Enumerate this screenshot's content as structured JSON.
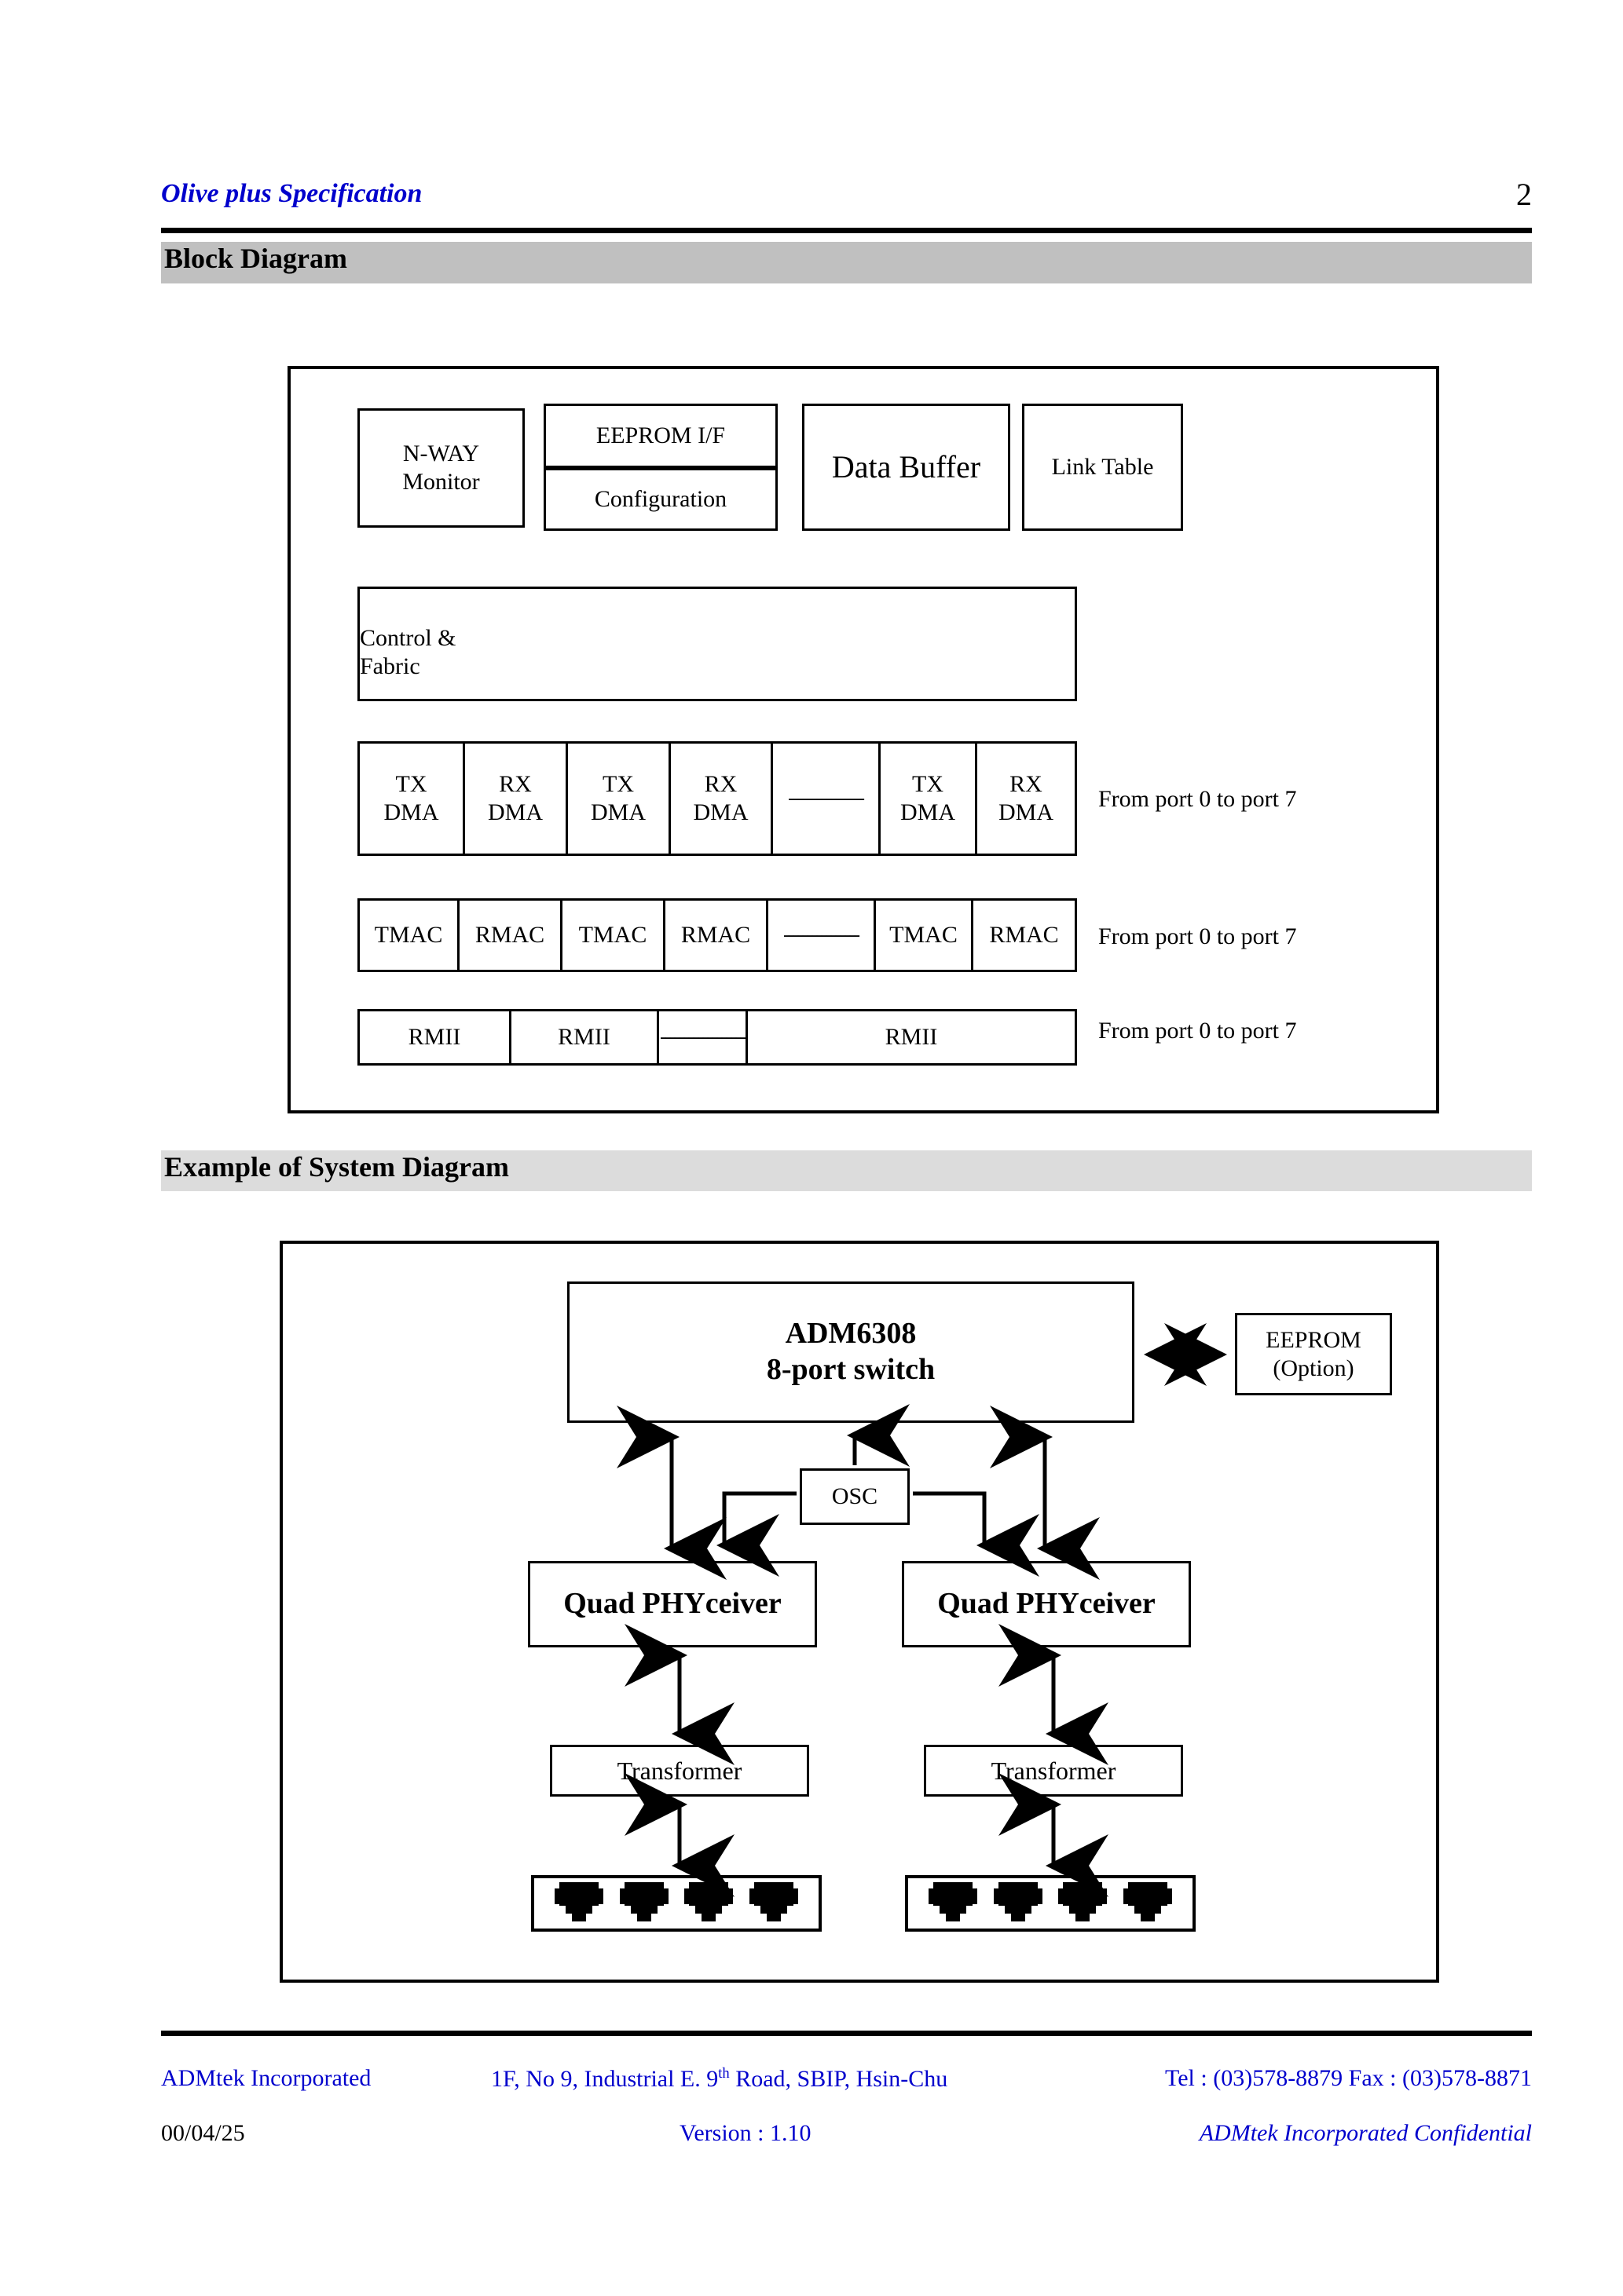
{
  "header": {
    "title": "Olive plus Specification",
    "page_number": "2"
  },
  "sections": {
    "block_diagram": "Block Diagram",
    "system_diagram": "Example of System Diagram"
  },
  "block_diagram": {
    "top_boxes": {
      "nway_line1": "N-WAY",
      "nway_line2": "Monitor",
      "eeprom_if": "EEPROM I/F",
      "configuration": "Configuration",
      "data_buffer": "Data Buffer",
      "link_table": "Link Table"
    },
    "control": {
      "line1": "Control &",
      "line2": "Fabric"
    },
    "dma_row": {
      "cells": [
        "TX DMA",
        "RX DMA",
        "TX DMA",
        "RX DMA",
        "dashes",
        "TX DMA",
        "RX DMA"
      ],
      "cell_top": [
        "TX",
        "RX",
        "TX",
        "RX",
        "",
        "TX",
        "RX"
      ],
      "cell_bottom": [
        "DMA",
        "DMA",
        "DMA",
        "DMA",
        "",
        "DMA",
        "DMA"
      ],
      "dashes": "----------------",
      "note": "From port 0 to port 7"
    },
    "mac_row": {
      "cells": [
        "TMAC",
        "RMAC",
        "TMAC",
        "RMAC",
        "",
        "TMAC",
        "RMAC"
      ],
      "dashes": "----------------",
      "note": "From port 0 to port 7"
    },
    "rmii_row": {
      "cells": [
        "RMII",
        "RMII",
        "",
        "RMII"
      ],
      "dashes": "------------------",
      "note": "From port 0 to port 7"
    }
  },
  "system_diagram": {
    "switch": {
      "line1": "ADM6308",
      "line2": "8-port switch"
    },
    "eeprom": {
      "line1": "EEPROM",
      "line2": "(Option)"
    },
    "osc": "OSC",
    "phy_left": "Quad PHYceiver",
    "phy_right": "Quad PHYceiver",
    "transformer_left": "Transformer",
    "transformer_right": "Transformer",
    "jack_count_left": 4,
    "jack_count_right": 4,
    "jack_icon": "rj45-jack-icon"
  },
  "footer": {
    "company": "ADMtek Incorporated",
    "address_pre": "1F, No 9, Industrial E. 9",
    "address_sup": "th",
    "address_post": " Road, SBIP, Hsin-Chu",
    "contact": "Tel : (03)578-8879  Fax : (03)578-8871",
    "date": "00/04/25",
    "version": "Version : 1.10",
    "confidential": "ADMtek Incorporated Confidential"
  },
  "colors": {
    "link_blue": "#0000cc",
    "band_dark": "#c0c0c0",
    "band_light": "#dcdcdc",
    "ink": "#000000"
  }
}
